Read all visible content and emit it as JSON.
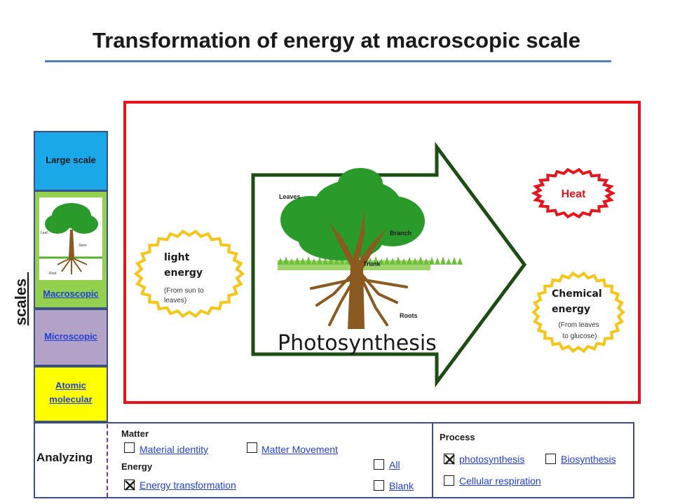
{
  "title": "Transformation of energy at macroscopic scale",
  "scales": {
    "axis_label": "scales",
    "items": [
      {
        "label": "Large scale",
        "color": "#1aa8e8"
      },
      {
        "label": "Macroscopic",
        "color": "#93d050"
      },
      {
        "label": "Microscopic",
        "color": "#b3a2c7"
      },
      {
        "label": "Atomic molecular",
        "color": "#ffff00"
      }
    ]
  },
  "diagram": {
    "frame_color": "#e8141c",
    "process_label": "Photosynthesis",
    "tree_labels": {
      "leaves": "Leaves",
      "branch": "Branch",
      "trunk": "Trunk",
      "roots": "Roots"
    },
    "thumb_labels": {
      "leaf": "Leaf",
      "stem": "Stem",
      "root": "Root"
    },
    "input": {
      "title": "light energy",
      "detail": "(From sun to leaves)"
    },
    "outputs": [
      {
        "title": "Heat",
        "color": "#e8141c"
      },
      {
        "title": "Chemical energy",
        "detail": "(From leaves to glucose)"
      }
    ]
  },
  "analyzing": {
    "label": "Analyzing",
    "matter": {
      "heading": "Matter",
      "options": [
        {
          "label": "Material identity",
          "checked": false
        },
        {
          "label": "Matter Movement",
          "checked": false
        }
      ]
    },
    "energy": {
      "heading": "Energy",
      "options": [
        {
          "label": "Energy transformation",
          "checked": true
        }
      ]
    },
    "view": {
      "options": [
        {
          "label": "All",
          "checked": false
        },
        {
          "label": "Blank",
          "checked": false
        }
      ]
    },
    "process": {
      "heading": "Process",
      "options": [
        {
          "label": "photosynthesis",
          "checked": true
        },
        {
          "label": "Biosynthesis",
          "checked": false
        },
        {
          "label": "Cellular respiration",
          "checked": false
        }
      ]
    }
  }
}
